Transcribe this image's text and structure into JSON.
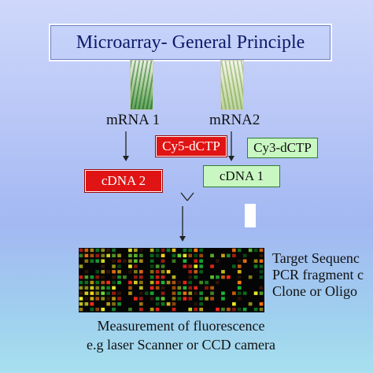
{
  "title": "Microarray- General Principle",
  "samples": [
    {
      "mrna": "mRNA 1",
      "dye": "Cy5-dCTP",
      "cdna": "cDNA 2"
    },
    {
      "mrna": "mRNA2",
      "dye": "Cy3-dCTP",
      "cdna": "cDNA 1"
    }
  ],
  "targets": [
    "Target Sequenc",
    "PCR fragment c",
    "Clone or Oligo"
  ],
  "measurement": {
    "line1": "Measurement of fluorescence",
    "line2": "e.g laser Scanner or CCD camera"
  },
  "colors": {
    "cy5": "#e01414",
    "cy3": "#c9f7c2",
    "title_text": "#0c1a6a"
  }
}
